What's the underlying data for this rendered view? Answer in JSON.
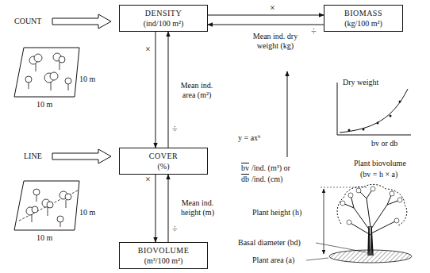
{
  "diagram": {
    "nodes": [
      {
        "text": [
          "DENSITY",
          "(ind/100 m²)"
        ]
      },
      {
        "text": [
          "BIOMASS",
          "(kg/100 m²)"
        ]
      },
      {
        "text": [
          "COVER",
          "(%)"
        ]
      },
      {
        "text": [
          "BIOVOLUME",
          "(m³/100 m²)"
        ]
      }
    ],
    "edges": [
      {
        "from": 0,
        "to": 1,
        "arrow": "to",
        "label": "×"
      },
      {
        "from": 1,
        "to": 0,
        "arrow": "to",
        "label": "÷"
      },
      {
        "from": 0,
        "to": 2,
        "arrow": "to",
        "label": "×"
      },
      {
        "from": 2,
        "to": 0,
        "arrow": "to",
        "label": "÷"
      },
      {
        "from": 2,
        "to": 3,
        "arrow": "to",
        "label": "×"
      },
      {
        "from": 3,
        "to": 2,
        "arrow": "to",
        "label": "÷"
      }
    ],
    "labels": [
      "COUNT",
      "10 m",
      "10 m",
      "LINE",
      "10 m",
      "10 m",
      "Mean ind. dry weight (kg)",
      "Mean ind. area (m²)",
      "Mean ind. height (m)",
      "y = axᵇ",
      "Dry weight",
      "bv or db",
      "bv",
      "/ind.  (m³)  or",
      "db",
      "/ind.  (cm)",
      "Plant biovolume",
      "(bv = h × a)",
      "Plant height (h)",
      "Basal diameter (bd)",
      "Plant area (a)"
    ]
  }
}
